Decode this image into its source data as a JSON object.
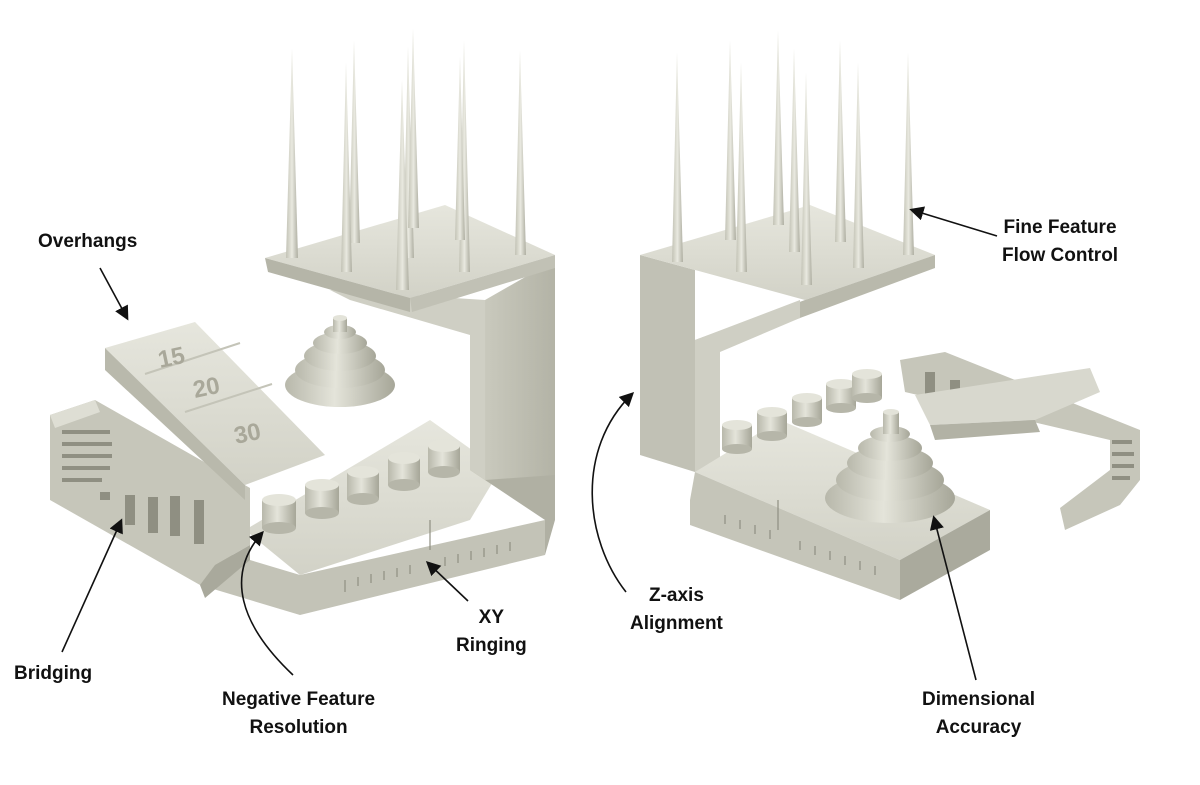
{
  "callouts": {
    "overhangs": {
      "lines": [
        "Overhangs"
      ]
    },
    "fine_feature": {
      "lines": [
        "Fine Feature",
        "Flow Control"
      ]
    },
    "bridging": {
      "lines": [
        "Bridging"
      ]
    },
    "negative_feature": {
      "lines": [
        "Negative Feature",
        "Resolution"
      ]
    },
    "xy_ringing": {
      "lines": [
        "XY",
        "Ringing"
      ]
    },
    "z_axis": {
      "lines": [
        "Z-axis",
        "Alignment"
      ]
    },
    "dimensional": {
      "lines": [
        "Dimensional",
        "Accuracy"
      ]
    }
  },
  "ramp_labels": [
    "15",
    "20",
    "30"
  ],
  "colors": {
    "part_light": "#dcdcd2",
    "part_mid": "#c8c8bc",
    "part_dark": "#a9a99c",
    "part_shadow": "#8e8e82",
    "text": "#111111"
  },
  "icons": [
    "arrow-icon"
  ]
}
